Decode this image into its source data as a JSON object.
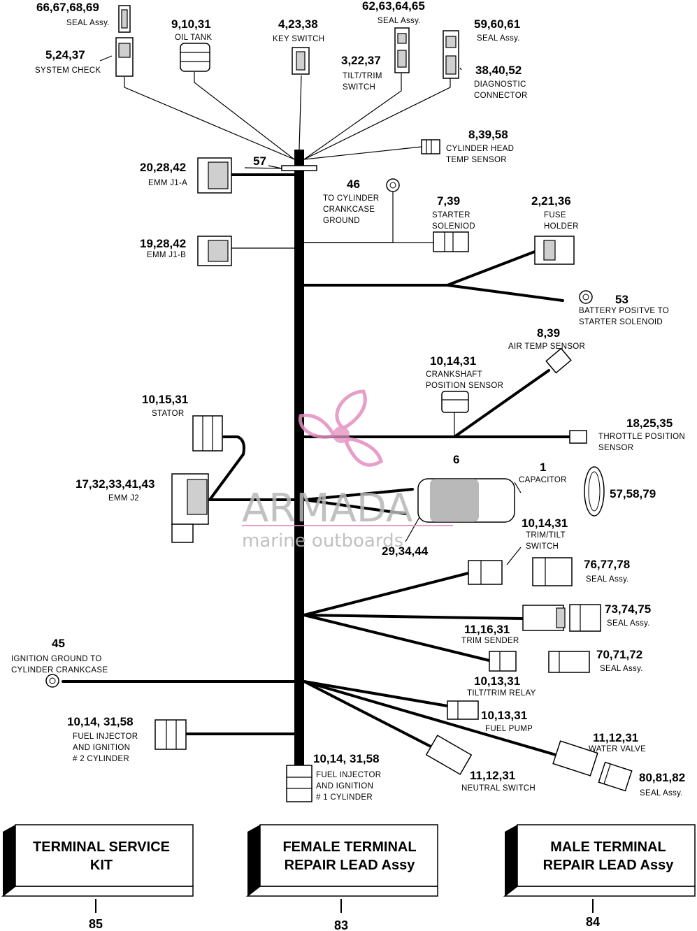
{
  "callouts": [
    {
      "id": "seal-66",
      "num": "66,67,68,69",
      "label": [
        "SEAL Assy."
      ]
    },
    {
      "id": "system-check",
      "num": "5,24,37",
      "label": [
        "SYSTEM CHECK"
      ]
    },
    {
      "id": "oil-tank",
      "num": "9,10,31",
      "label": [
        "OIL TANK"
      ]
    },
    {
      "id": "key-switch",
      "num": "4,23,38",
      "label": [
        "KEY SWITCH"
      ]
    },
    {
      "id": "seal-62",
      "num": "62,63,64,65",
      "label": [
        "SEAL Assy."
      ]
    },
    {
      "id": "tilt-trim-switch-top",
      "num": "3,22,37",
      "label": [
        "TILT/TRIM",
        "SWITCH"
      ]
    },
    {
      "id": "seal-59",
      "num": "59,60,61",
      "label": [
        "SEAL Assy."
      ]
    },
    {
      "id": "diagnostic-connector",
      "num": "38,40,52",
      "label": [
        "DIAGNOSTIC",
        "CONNECTOR"
      ]
    },
    {
      "id": "cyl-head-temp",
      "num": "8,39,58",
      "label": [
        "CYLINDER HEAD",
        "TEMP SENSOR"
      ]
    },
    {
      "id": "emm-j1a",
      "num": "20,28,42",
      "label": [
        "EMM J1-A"
      ]
    },
    {
      "id": "part-57",
      "num": "57",
      "label": []
    },
    {
      "id": "crankcase-ground",
      "num": "46",
      "label": [
        "TO CYLINDER",
        "CRANKCASE",
        "GROUND"
      ]
    },
    {
      "id": "starter-solenoid",
      "num": "7,39",
      "label": [
        "STARTER",
        "SOLENIOD"
      ]
    },
    {
      "id": "fuse-holder",
      "num": "2,21,36",
      "label": [
        "FUSE",
        "HOLDER"
      ]
    },
    {
      "id": "emm-j1b",
      "num": "19,28,42",
      "label": [
        "EMM J1-B"
      ]
    },
    {
      "id": "battery-positive",
      "num": "53",
      "label": [
        "BATTERY POSITVE TO",
        "STARTER SOLENOID"
      ]
    },
    {
      "id": "air-temp",
      "num": "8,39",
      "label": [
        "AIR TEMP SENSOR"
      ]
    },
    {
      "id": "crankshaft-sensor",
      "num": "10,14,31",
      "label": [
        "CRANKSHAFT",
        "POSITION SENSOR"
      ]
    },
    {
      "id": "stator",
      "num": "10,15,31",
      "label": [
        "STATOR"
      ]
    },
    {
      "id": "throttle-sensor",
      "num": "18,25,35",
      "label": [
        "THROTTLE POSITION",
        "SENSOR"
      ]
    },
    {
      "id": "part-6",
      "num": "6",
      "label": []
    },
    {
      "id": "capacitor",
      "num": "1",
      "label": [
        "CAPACITOR"
      ]
    },
    {
      "id": "clamp",
      "num": "57,58,79",
      "label": []
    },
    {
      "id": "emm-j2",
      "num": "17,32,33,41,43",
      "label": [
        "EMM J2"
      ]
    },
    {
      "id": "trim-tilt-switch",
      "num": "10,14,31",
      "label": [
        "TRIM/TILT",
        "SWITCH"
      ]
    },
    {
      "id": "part-29",
      "num": "29,34,44",
      "label": []
    },
    {
      "id": "seal-76",
      "num": "76,77,78",
      "label": [
        "SEAL Assy."
      ]
    },
    {
      "id": "seal-73",
      "num": "73,74,75",
      "label": [
        "SEAL Assy."
      ]
    },
    {
      "id": "trim-sender",
      "num": "11,16,31",
      "label": [
        "TRIM SENDER"
      ]
    },
    {
      "id": "seal-70",
      "num": "70,71,72",
      "label": [
        "SEAL Assy."
      ]
    },
    {
      "id": "ignition-ground",
      "num": "45",
      "label": [
        "IGNITION GROUND TO",
        "CYLINDER CRANKCASE"
      ]
    },
    {
      "id": "tilt-trim-relay",
      "num": "10,13,31",
      "label": [
        "TILT/TRIM RELAY"
      ]
    },
    {
      "id": "fuel-pump",
      "num": "10,13,31",
      "label": [
        "FUEL PUMP"
      ]
    },
    {
      "id": "fuel-injector-2",
      "num": "10,14, 31,58",
      "label": [
        "FUEL INJECTOR",
        "AND IGNITION",
        "# 2 CYLINDER"
      ]
    },
    {
      "id": "water-valve",
      "num": "11,12,31",
      "label": [
        "WATER VALVE"
      ]
    },
    {
      "id": "fuel-injector-1",
      "num": "10,14, 31,58",
      "label": [
        "FUEL INJECTOR",
        "AND IGNITION",
        "# 1 CYLINDER"
      ]
    },
    {
      "id": "neutral-switch",
      "num": "11,12,31",
      "label": [
        "NEUTRAL SWITCH"
      ]
    },
    {
      "id": "seal-80",
      "num": "80,81,82",
      "label": [
        "SEAL Assy."
      ]
    }
  ],
  "kits": [
    {
      "id": "terminal-service-kit",
      "title": [
        "TERMINAL SERVICE",
        "KIT"
      ],
      "num": "85"
    },
    {
      "id": "female-terminal",
      "title": [
        "FEMALE TERMINAL",
        "REPAIR LEAD Assy"
      ],
      "num": "83"
    },
    {
      "id": "male-terminal",
      "title": [
        "MALE TERMINAL",
        "REPAIR LEAD Assy"
      ],
      "num": "84"
    }
  ],
  "watermark": {
    "brand": "ARMADA",
    "tagline": "marine outboards",
    "color": "#e38fc0"
  }
}
